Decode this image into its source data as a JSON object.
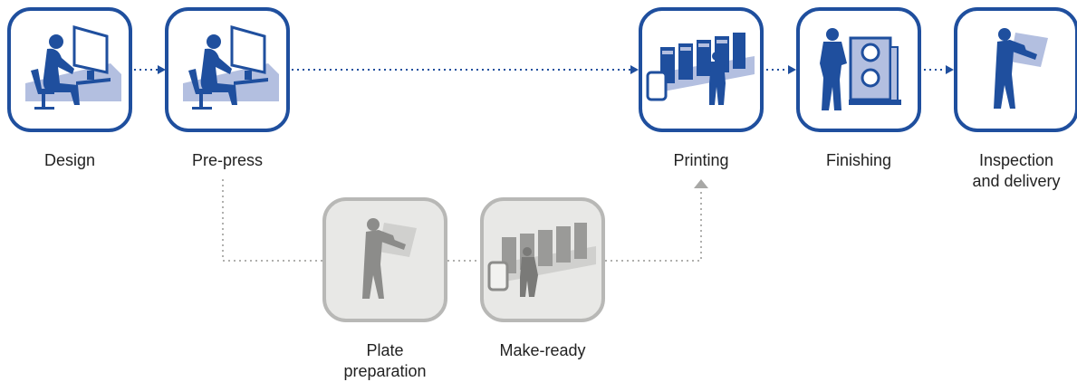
{
  "colors": {
    "main": "#1f4f9e",
    "main_light": "#b3bfe0",
    "alt": "#8c8c8a",
    "alt_bg": "#e8e8e6"
  },
  "steps": [
    {
      "line1": "Design",
      "line2": "",
      "icon": "designer-at-computer-icon"
    },
    {
      "line1": "Pre-press",
      "line2": "",
      "icon": "designer-at-computer-icon"
    },
    {
      "line1": "Printing",
      "line2": "",
      "icon": "printing-press-operator-icon"
    },
    {
      "line1": "Finishing",
      "line2": "",
      "icon": "finishing-machine-operator-icon"
    },
    {
      "line1": "Inspection",
      "line2": "and delivery",
      "icon": "inspector-holding-sheet-icon"
    }
  ],
  "side_steps": [
    {
      "line1": "Plate",
      "line2": "preparation",
      "icon": "inspector-holding-sheet-icon"
    },
    {
      "line1": "Make-ready",
      "line2": "",
      "icon": "printing-press-operator-icon"
    }
  ]
}
